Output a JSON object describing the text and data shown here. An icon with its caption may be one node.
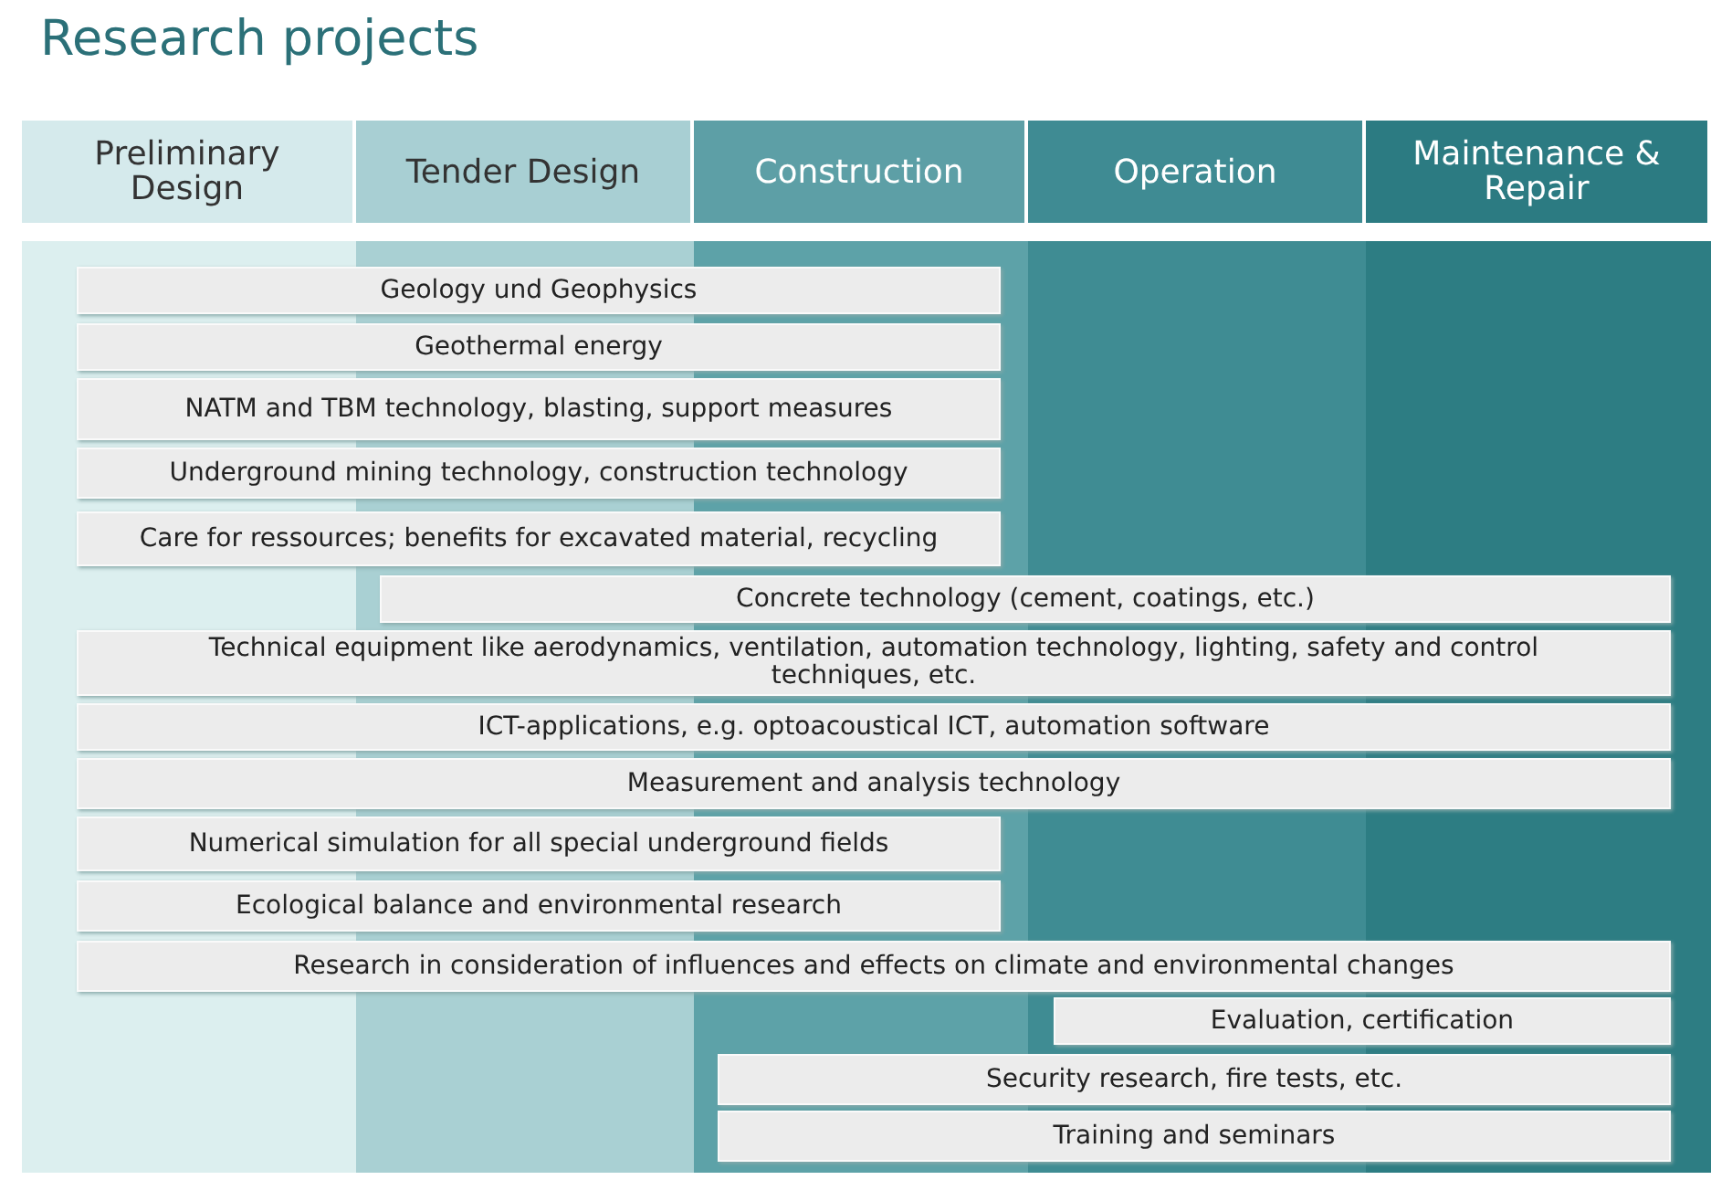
{
  "diagram": {
    "title": "Research projects",
    "nodes": [
      {
        "text": [
          "Preliminary Design"
        ]
      },
      {
        "text": [
          "Tender Design"
        ]
      },
      {
        "text": [
          "Construction"
        ]
      },
      {
        "text": [
          "Operation"
        ]
      },
      {
        "text": [
          "Maintenance & Repair"
        ]
      },
      {
        "text": [
          "Geology und Geophysics"
        ]
      },
      {
        "text": [
          "Geothermal energy"
        ]
      },
      {
        "text": [
          "NATM and TBM technology, blasting, support measures"
        ]
      },
      {
        "text": [
          "Underground mining technology, construction technology"
        ]
      },
      {
        "text": [
          "Care for ressources; benefits for excavated material, recycling"
        ]
      },
      {
        "text": [
          "Concrete technology (cement, coatings, etc.)"
        ]
      },
      {
        "text": [
          "Technical equipment like aerodynamics, ventilation, automation technology, lighting, safety and control techniques, etc."
        ]
      },
      {
        "text": [
          "ICT-applications, e.g. optoacoustical ICT, automation software"
        ]
      },
      {
        "text": [
          "Measurement and analysis technology"
        ]
      },
      {
        "text": [
          "Numerical simulation for all special underground fields"
        ]
      },
      {
        "text": [
          "Ecological balance and environmental research"
        ]
      },
      {
        "text": [
          "Research in consideration of influences and effects on climate and environmental changes"
        ]
      },
      {
        "text": [
          "Evaluation, certification"
        ]
      },
      {
        "text": [
          "Security research, fire tests, etc."
        ]
      },
      {
        "text": [
          "Training and seminars"
        ]
      }
    ]
  }
}
